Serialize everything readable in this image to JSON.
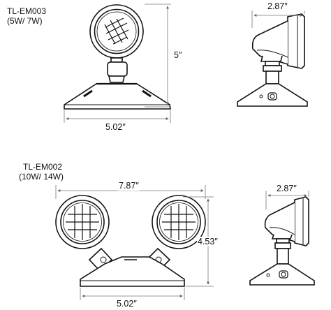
{
  "models": [
    {
      "name": "TL-EM003",
      "wattage": "(5W/ 7W)",
      "front_view": {
        "height": "5″",
        "base_width": "5.02″"
      },
      "side_view": {
        "depth": "2.87″"
      }
    },
    {
      "name": "TL-EM002",
      "wattage": "(10W/ 14W)",
      "front_view": {
        "width": "7.87″",
        "height": "4.53″",
        "base_width": "5.02″"
      },
      "side_view": {
        "depth": "2.87″"
      }
    }
  ]
}
